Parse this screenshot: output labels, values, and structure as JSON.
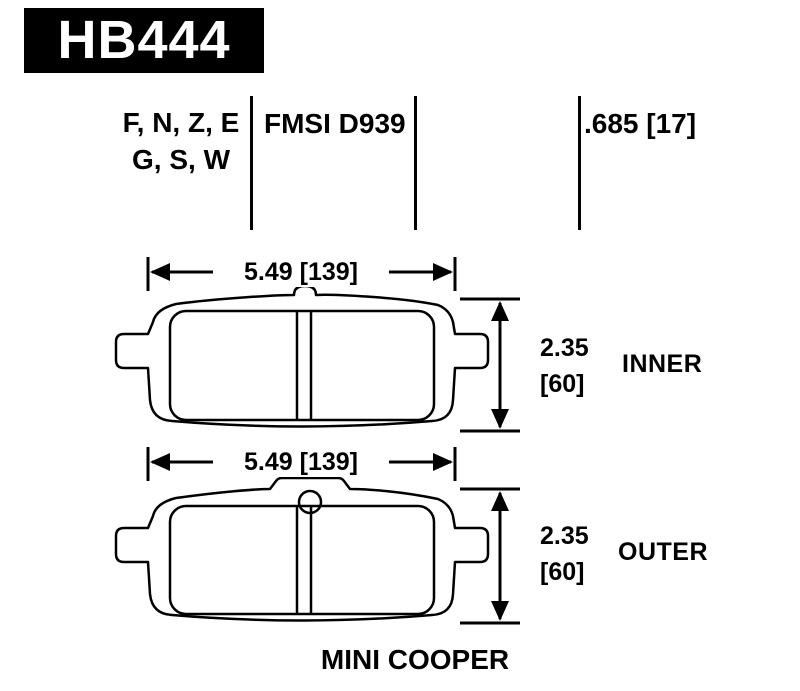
{
  "part": {
    "number": "HB444"
  },
  "header": {
    "compounds_line1": "F, N, Z, E",
    "compounds_line2": "G, S, W",
    "fmsi": "FMSI D939",
    "thickness": ".685 [17]"
  },
  "dimensions": {
    "inner": {
      "width": "5.49 [139]",
      "height_in": "2.35",
      "height_mm": "[60]",
      "label": "INNER"
    },
    "outer": {
      "width": "5.49 [139]",
      "height_in": "2.35",
      "height_mm": "[60]",
      "label": "OUTER"
    }
  },
  "vehicle": "MINI COOPER",
  "colors": {
    "ink": "#000000",
    "background": "#ffffff"
  }
}
